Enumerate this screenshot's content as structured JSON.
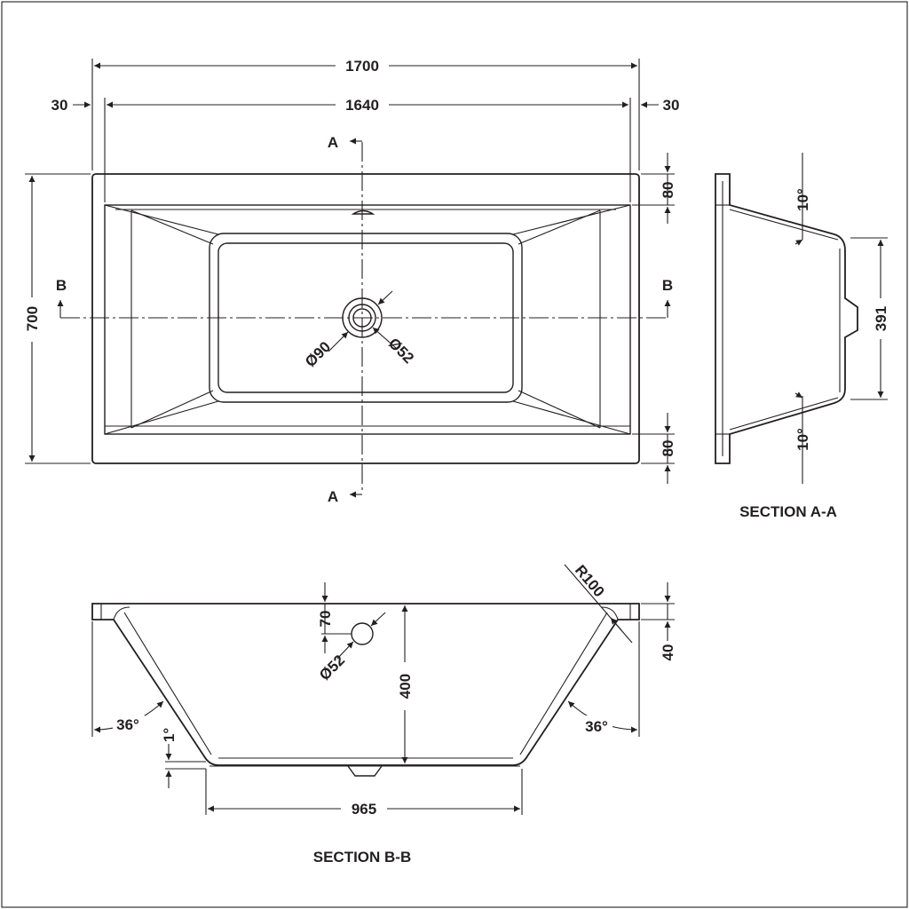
{
  "plan_view": {
    "overall_length": "1700",
    "inner_length": "1640",
    "rim_left": "30",
    "rim_right": "30",
    "overall_width": "700",
    "rim_top": "80",
    "rim_bottom": "80",
    "section_marker_a": "A",
    "section_marker_b": "B",
    "waste_outer_dia": "Ø90",
    "waste_inner_dia": "Ø52"
  },
  "section_a": {
    "title": "SECTION A-A",
    "angle_top": "10°",
    "angle_bottom": "10°",
    "base_width": "391"
  },
  "section_b": {
    "title": "SECTION B-B",
    "radius": "R100",
    "overflow_offset": "70",
    "overflow_dia": "Ø52",
    "depth": "400",
    "rim_height": "40",
    "angle_left": "36°",
    "angle_right": "36°",
    "floor_slope": "1°",
    "base_length": "965"
  }
}
